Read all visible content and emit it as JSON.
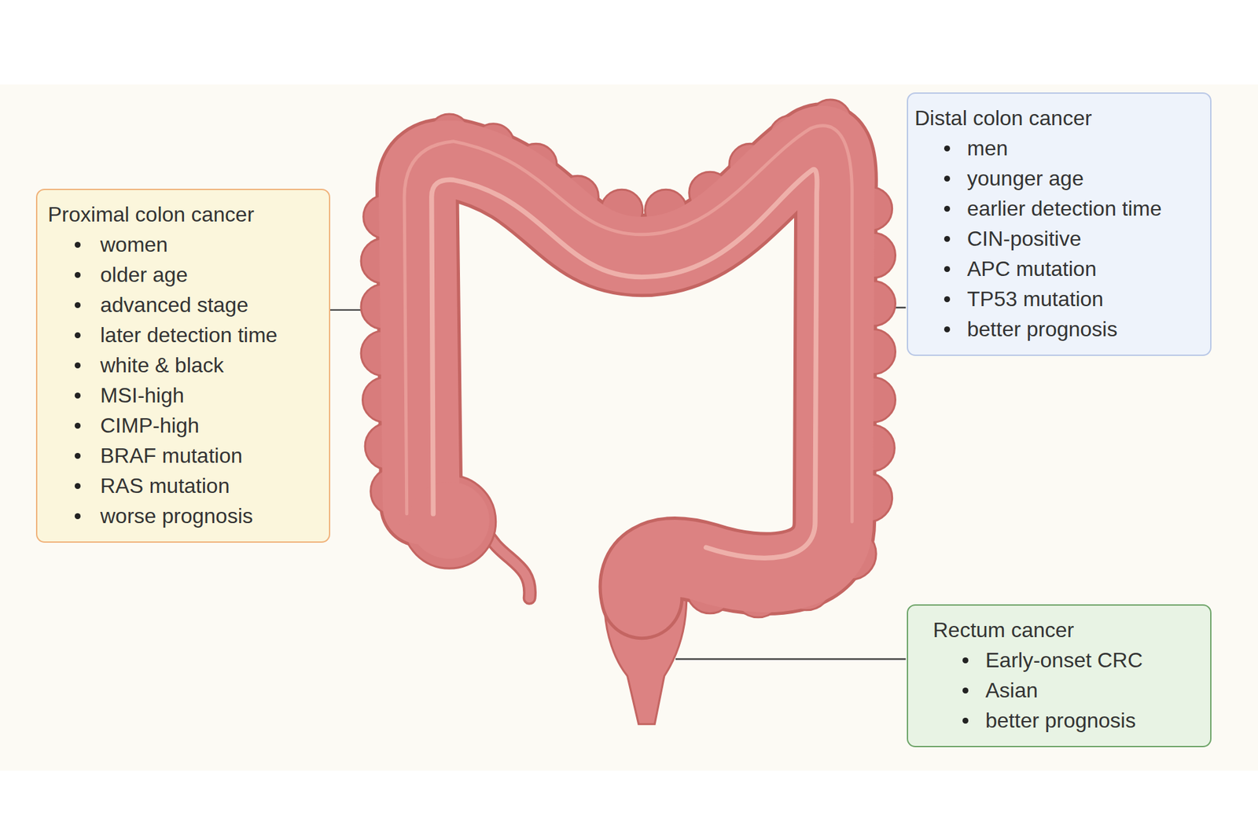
{
  "diagram": {
    "nodes": [
      {
        "text": [
          "Proximal colon cancer",
          "women",
          "older age",
          "advanced stage",
          "later detection time",
          "white & black",
          "MSI-high",
          "CIMP-high",
          "BRAF mutation",
          "RAS mutation",
          "worse prognosis"
        ]
      },
      {
        "text": [
          "Distal colon cancer",
          "men",
          "younger age",
          "earlier detection time",
          "CIN-positive",
          "APC mutation",
          "TP53 mutation",
          "better prognosis"
        ]
      },
      {
        "text": [
          "Rectum cancer",
          "Early-onset CRC",
          "Asian",
          "better prognosis"
        ]
      }
    ]
  }
}
